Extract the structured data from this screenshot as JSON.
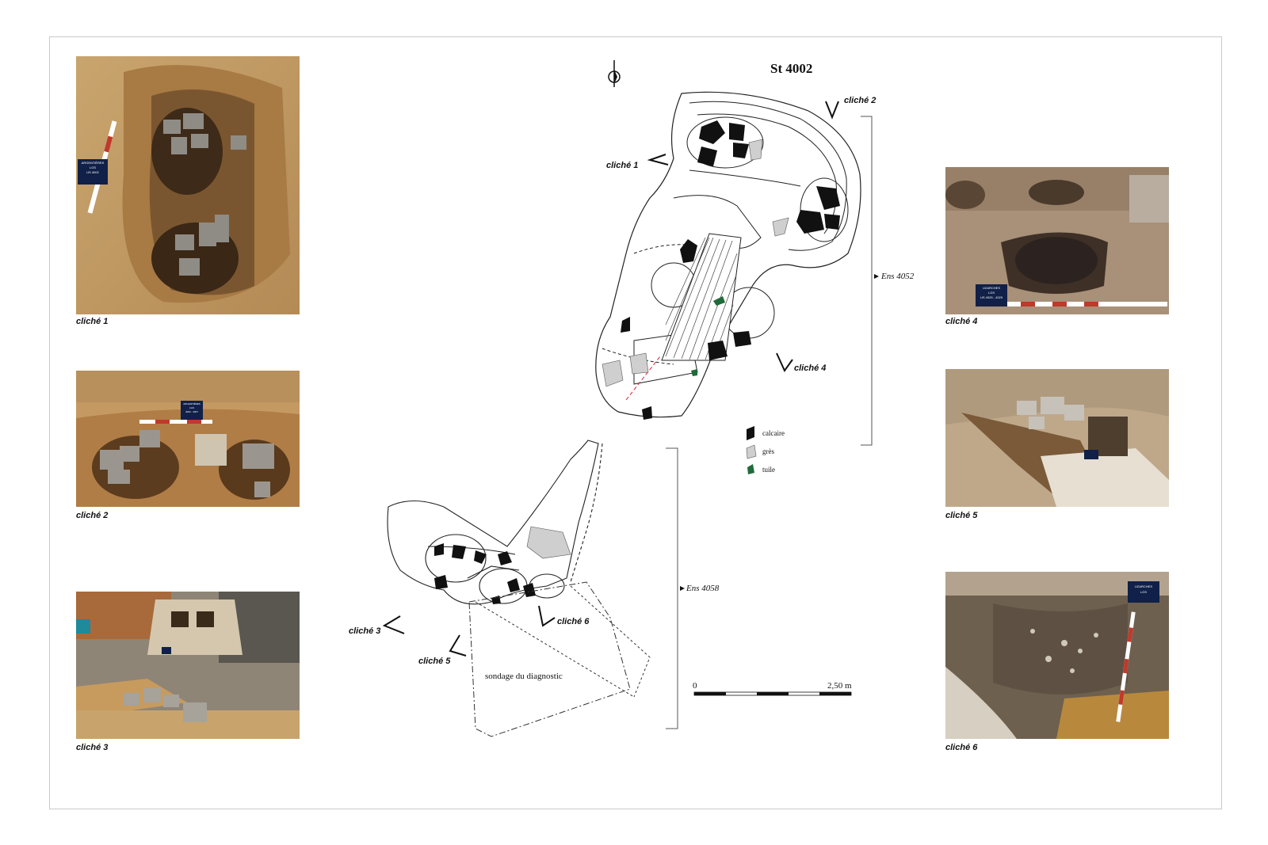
{
  "title": "St 4002",
  "photos": [
    {
      "caption": "cliché 1",
      "board": [
        "ARGENTIÈRES",
        "LGS",
        "US 4002"
      ]
    },
    {
      "caption": "cliché 2",
      "board": [
        "ARGENTIÈRES",
        "LGS",
        "4002 - 4007"
      ]
    },
    {
      "caption": "cliché 3"
    },
    {
      "caption": "cliché 4",
      "board": [
        "UZARCHES",
        "LGS",
        "US 4025 - 4029"
      ]
    },
    {
      "caption": "cliché 5"
    },
    {
      "caption": "cliché 6",
      "board": [
        "UZARCHES",
        "LGS"
      ]
    }
  ],
  "plan_labels": {
    "c1": "cliché 1",
    "c2": "cliché 2",
    "c3": "cliché 3",
    "c4": "cliché 4",
    "c5": "cliché 5",
    "c6": "cliché 6",
    "ens_a": "Ens 4052",
    "ens_b": "Ens 4058",
    "sondage": "sondage du diagnostic"
  },
  "legend": [
    {
      "label": "calcaire",
      "color": "#111111"
    },
    {
      "label": "grès",
      "color": "#cfcfcf"
    },
    {
      "label": "tuile",
      "color": "#1f6b3a"
    }
  ],
  "scale": {
    "start": "0",
    "end": "2,50 m"
  }
}
